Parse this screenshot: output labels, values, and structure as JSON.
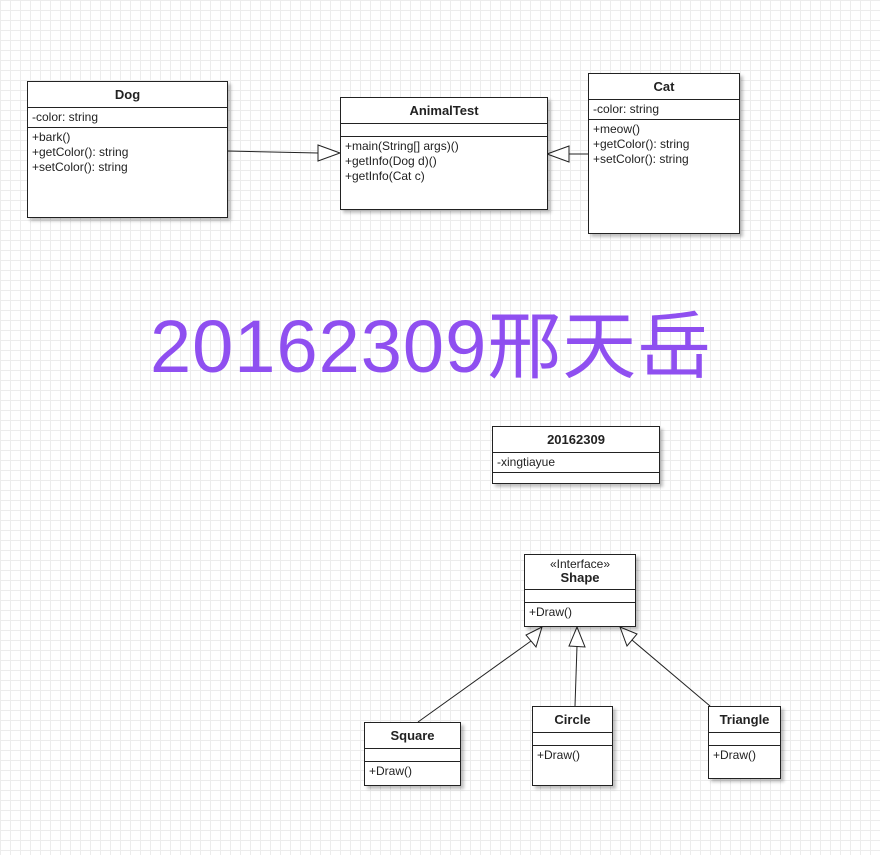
{
  "watermark": "20162309邢天岳",
  "colors": {
    "watermark": "#8f4ff0",
    "stroke": "#222222",
    "grid": "#ececec"
  },
  "classes": {
    "dog": {
      "name": "Dog",
      "attributes": [
        "-color: string"
      ],
      "methods": [
        "+bark()",
        "+getColor(): string",
        "+setColor(): string"
      ]
    },
    "animaltest": {
      "name": "AnimalTest",
      "attributes": [],
      "methods": [
        "+main(String[] args)()",
        "+getInfo(Dog d)()",
        "+getInfo(Cat c)"
      ]
    },
    "cat": {
      "name": "Cat",
      "attributes": [
        "-color: string"
      ],
      "methods": [
        "+meow()",
        "+getColor(): string",
        "+setColor(): string"
      ]
    },
    "student": {
      "name": "20162309",
      "attributes": [
        "-xingtiayue"
      ],
      "methods": []
    },
    "shape": {
      "stereotype": "«Interface»",
      "name": "Shape",
      "attributes": [],
      "methods": [
        "+Draw()"
      ]
    },
    "square": {
      "name": "Square",
      "attributes": [],
      "methods": [
        "+Draw()"
      ]
    },
    "circle": {
      "name": "Circle",
      "attributes": [],
      "methods": [
        "+Draw()"
      ]
    },
    "triangle": {
      "name": "Triangle",
      "attributes": [],
      "methods": [
        "+Draw()"
      ]
    }
  },
  "relations": [
    {
      "type": "realization",
      "from": "Dog",
      "to": "AnimalTest"
    },
    {
      "type": "realization",
      "from": "Cat",
      "to": "AnimalTest"
    },
    {
      "type": "realization",
      "from": "Square",
      "to": "Shape"
    },
    {
      "type": "realization",
      "from": "Circle",
      "to": "Shape"
    },
    {
      "type": "realization",
      "from": "Triangle",
      "to": "Shape"
    }
  ]
}
